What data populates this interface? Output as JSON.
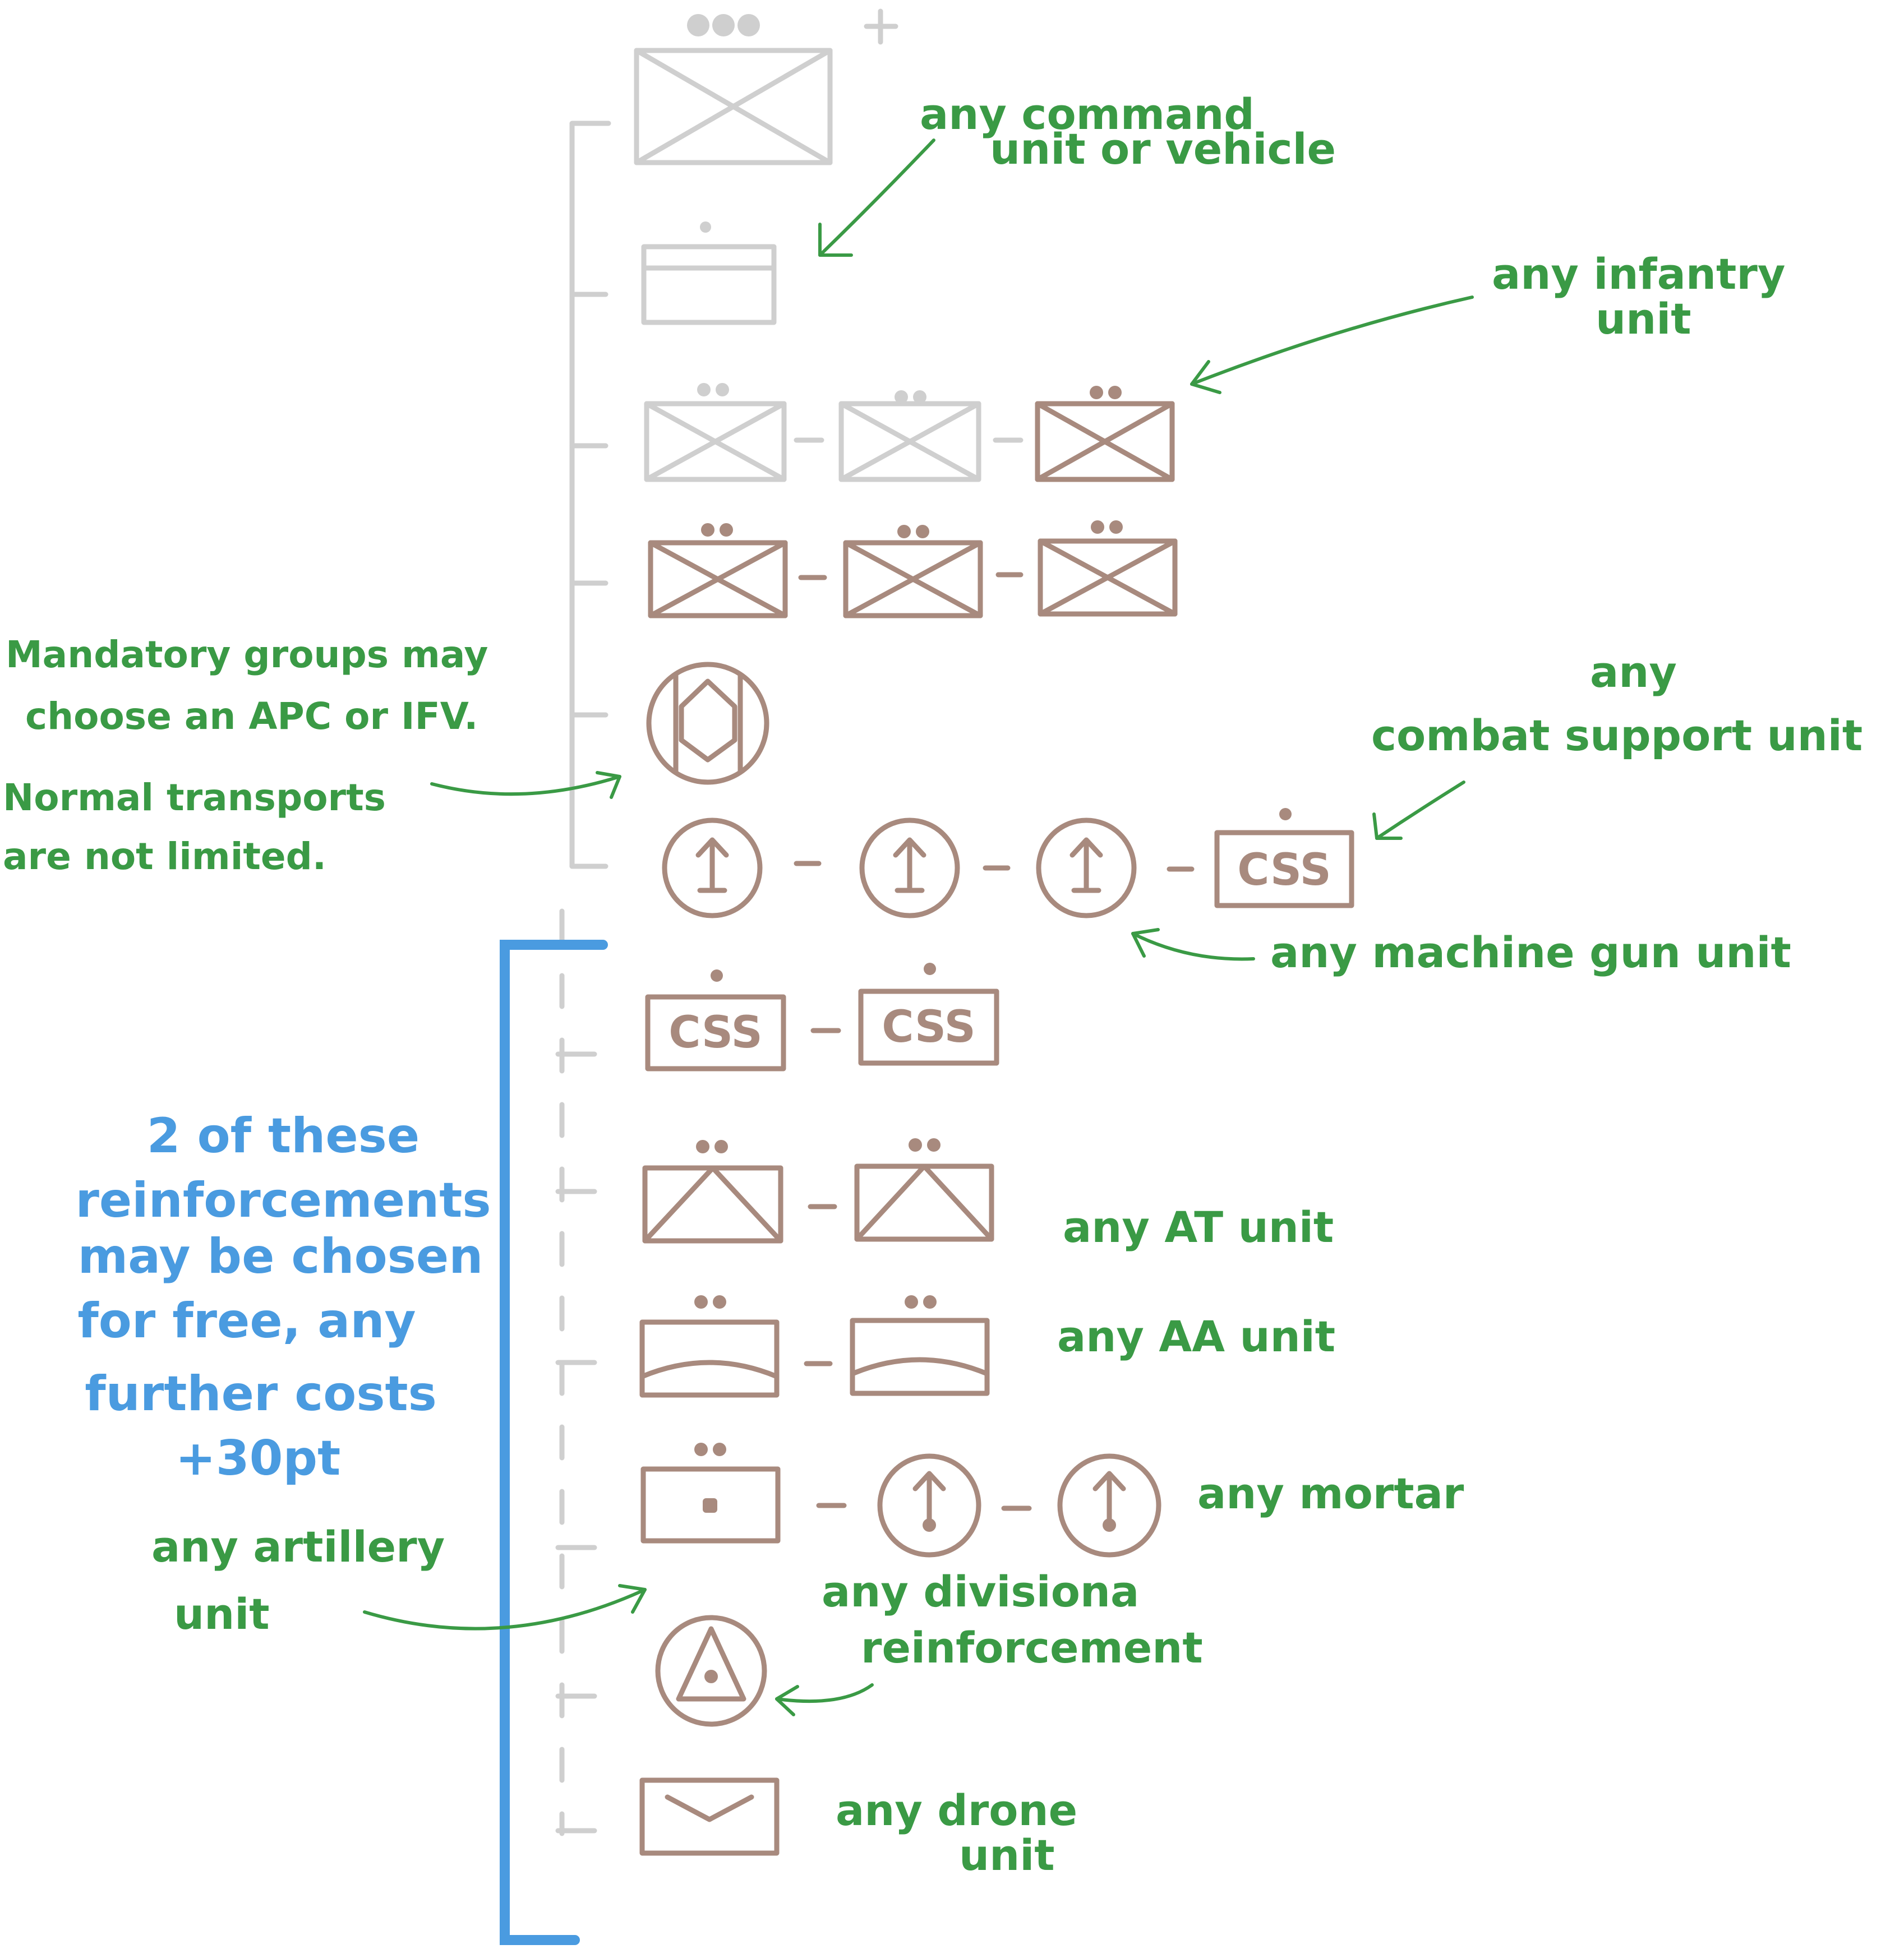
{
  "annotations": {
    "command_line1": "any command",
    "command_line2": "unit or vehicle",
    "infantry_line1": "any infantry",
    "infantry_line2": "unit",
    "mandatory_line1": "Mandatory groups may",
    "mandatory_line2": "choose an APC or IFV.",
    "normal_line1": "Normal transports",
    "normal_line2": "are not limited.",
    "combat_support_line1": "any",
    "combat_support_line2": "combat support unit",
    "machine_gun": "any machine gun unit",
    "at_unit": "any AT unit",
    "aa_unit": "any AA unit",
    "mortar": "any mortar",
    "artillery_line1": "any artillery",
    "artillery_line2": "unit",
    "divisional_line1": "any divisiona",
    "divisional_line2": "reinforcement",
    "drone_line1": "any drone",
    "drone_line2": "unit"
  },
  "reinforcement_rule": {
    "line1": "2 of these",
    "line2": "reinforcements",
    "line3": "may be chosen",
    "line4": "for free, any",
    "line5": "further costs",
    "line6": "+30pt"
  },
  "unit_labels": {
    "css": "CSS"
  },
  "colors": {
    "annotation_green": "#3a9a45",
    "rule_blue": "#4a9be0",
    "unit_brown": "#a88a7e",
    "inactive_grey": "#cfcfcf"
  }
}
